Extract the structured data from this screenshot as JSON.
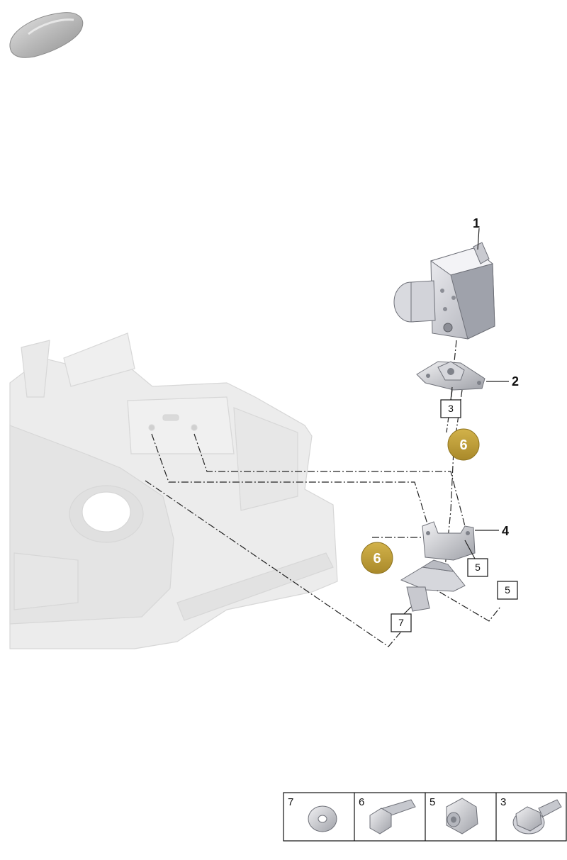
{
  "callouts": {
    "part1": "1",
    "part2": "2",
    "part4": "4"
  },
  "boxed_labels": {
    "bracket_bolt": "3",
    "nut_upper": "5",
    "nut_lower": "5",
    "washer": "7"
  },
  "badges": {
    "upper": "6",
    "lower": "6",
    "color": "#c2a235"
  },
  "legend": {
    "cells": [
      {
        "number": "7",
        "icon": "washer-icon"
      },
      {
        "number": "6",
        "icon": "hex-bolt-icon"
      },
      {
        "number": "5",
        "icon": "flange-nut-icon"
      },
      {
        "number": "3",
        "icon": "flange-bolt-icon"
      }
    ]
  },
  "icons": {
    "vehicle": "car-silhouette-icon"
  }
}
